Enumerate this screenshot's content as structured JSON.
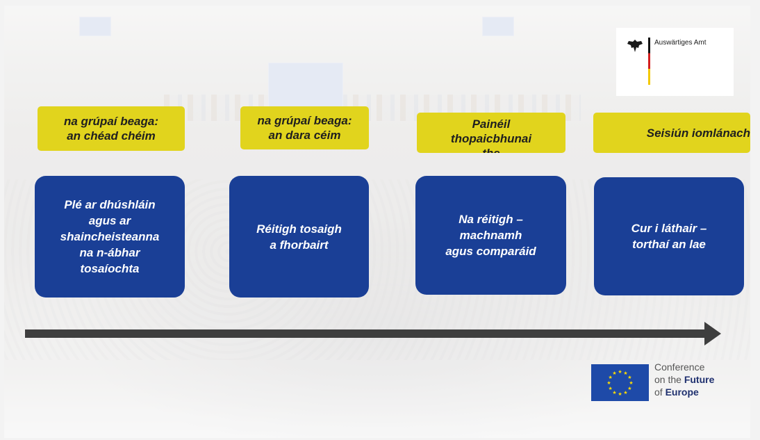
{
  "stages": [
    {
      "label": "na grúpaí beaga:\nan chéad chéim",
      "card": "Plé ar dhúshláin\nagus ar\nshaincheisteanna\nna n-ábhar\ntosaíochta"
    },
    {
      "label": "na grúpaí beaga:\nan dara céim",
      "card": "Réitigh tosaigh\na fhorbairt"
    },
    {
      "label": "Painéil\nthopaicbhunai\nthe",
      "card": "Na réitigh –\nmachnamh\nagus comparáid"
    },
    {
      "label": "Seisiún iomlánach",
      "card": "Cur i láthair –\ntorthaí an lae"
    }
  ],
  "logos": {
    "auswartiges_amt": "Auswärtiges Amt",
    "cofe_line1": "Conference",
    "cofe_line2_prefix": "on the ",
    "cofe_line2_bold": "Future",
    "cofe_line3_prefix": "of ",
    "cofe_line3_bold": "Europe"
  },
  "colors": {
    "label_bg": "#e1d41d",
    "card_bg": "#1a3f96",
    "arrow": "#3e3e3e",
    "eu_blue": "#1e4aa8",
    "eu_star": "#ffdd00"
  },
  "icons": [
    "federal-eagle-icon",
    "eu-flag-icon"
  ]
}
